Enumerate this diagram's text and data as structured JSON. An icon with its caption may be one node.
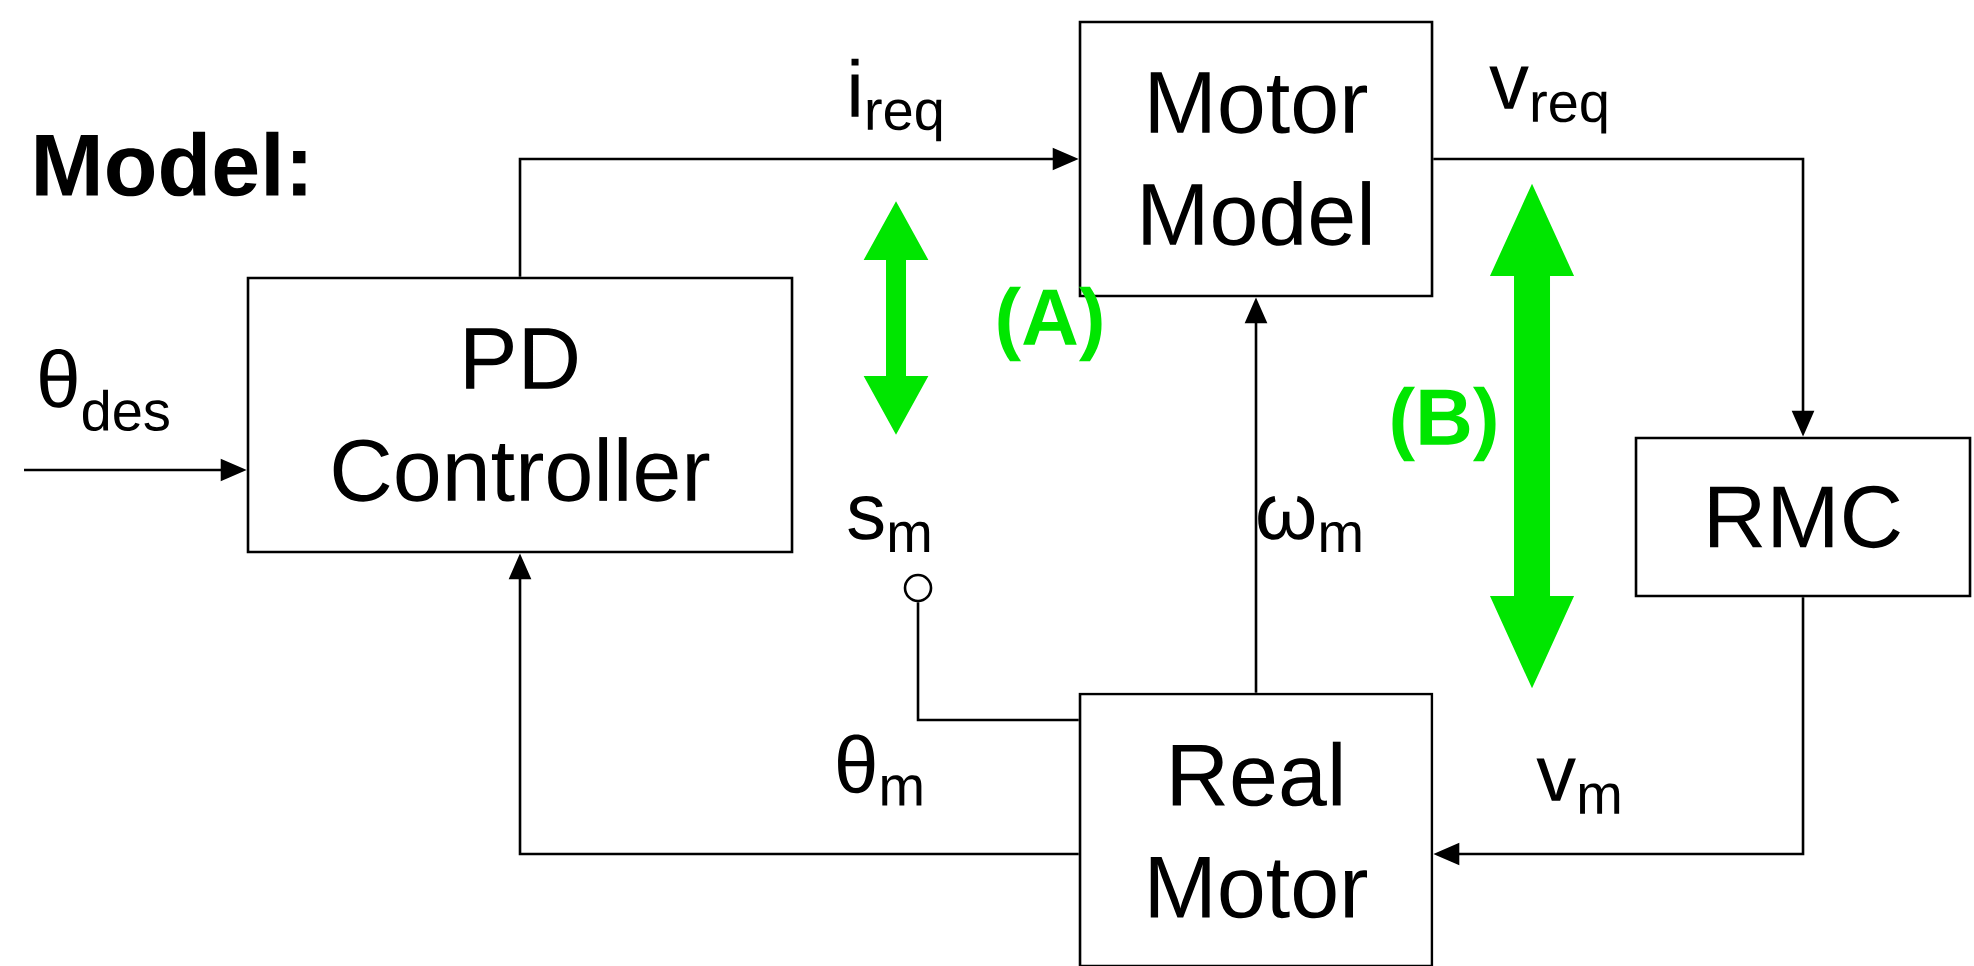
{
  "diagram": {
    "title": "Model:",
    "nodes": [
      {
        "text": [
          "PD Controller"
        ]
      },
      {
        "text": [
          "Motor Model"
        ]
      },
      {
        "text": [
          "RMC"
        ]
      },
      {
        "text": [
          "Real Motor"
        ]
      },
      {
        "text": [],
        "shape": "circle",
        "beside": [
          "s$_{m}$"
        ]
      }
    ],
    "edges": [
      {
        "from": null,
        "to": 0,
        "arrow": "to",
        "label": "θ$_{des}$"
      },
      {
        "from": 0,
        "to": 1,
        "arrow": "to",
        "label": "i$_{req}$"
      },
      {
        "from": 1,
        "to": 2,
        "arrow": "to",
        "label": "v$_{req}$"
      },
      {
        "from": 2,
        "to": 3,
        "arrow": "to",
        "label": "v$_{m}$"
      },
      {
        "from": 3,
        "to": 1,
        "arrow": "to",
        "label": "ω$_{m}$"
      },
      {
        "from": 3,
        "to": 0,
        "arrow": "to",
        "label": "θ$_{m}$"
      },
      {
        "from": 4,
        "to": 3,
        "arrow": "none"
      }
    ],
    "labels": [
      "(A)",
      "(B)"
    ]
  }
}
